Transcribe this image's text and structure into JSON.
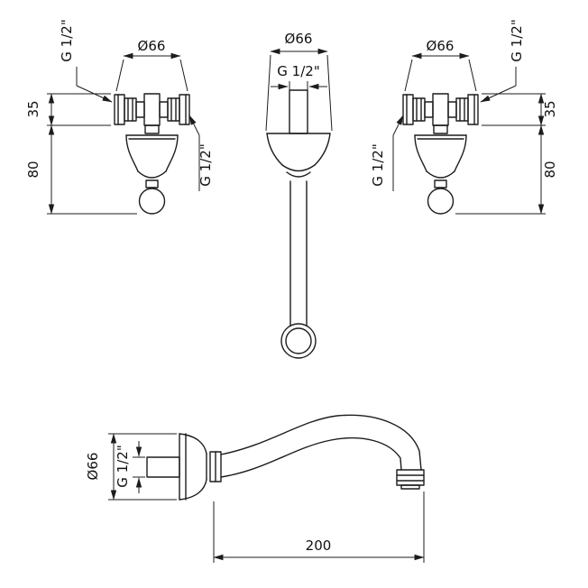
{
  "views": {
    "valve_front_left": {
      "diameter": "Ø66",
      "thread_inlet": "G 1/2\"",
      "thread_outlet": "G 1/2\"",
      "body_height": "35",
      "handle_height": "80"
    },
    "spout_front": {
      "diameter": "Ø66",
      "thread": "G 1/2\""
    },
    "valve_front_right": {
      "diameter": "Ø66",
      "thread_inlet": "G 1/2\"",
      "thread_outlet": "G 1/2\"",
      "body_height": "35",
      "handle_height": "80"
    },
    "spout_side": {
      "diameter": "Ø66",
      "thread": "G 1/2\"",
      "reach": "200"
    }
  }
}
